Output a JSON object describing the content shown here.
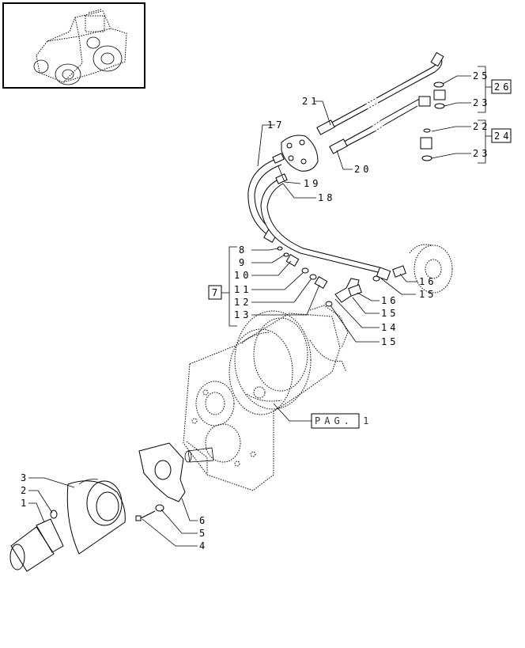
{
  "labels": {
    "l1": "1",
    "l2": "2",
    "l3": "3",
    "l4": "4",
    "l5": "5",
    "l6": "6",
    "l7": "7",
    "l8": "8",
    "l9": "9",
    "l10": "10",
    "l11": "11",
    "l12": "12",
    "l13": "13",
    "l14": "14",
    "l15a": "15",
    "l15b": "15",
    "l15c": "15",
    "l16a": "16",
    "l16b": "16",
    "l17": "17",
    "l18": "18",
    "l19": "19",
    "l20": "20",
    "l21": "21",
    "l22": "22",
    "l23a": "23",
    "l23b": "23",
    "l24": "24",
    "l25": "25",
    "l26": "26"
  },
  "page_reference": "PAG. 1"
}
